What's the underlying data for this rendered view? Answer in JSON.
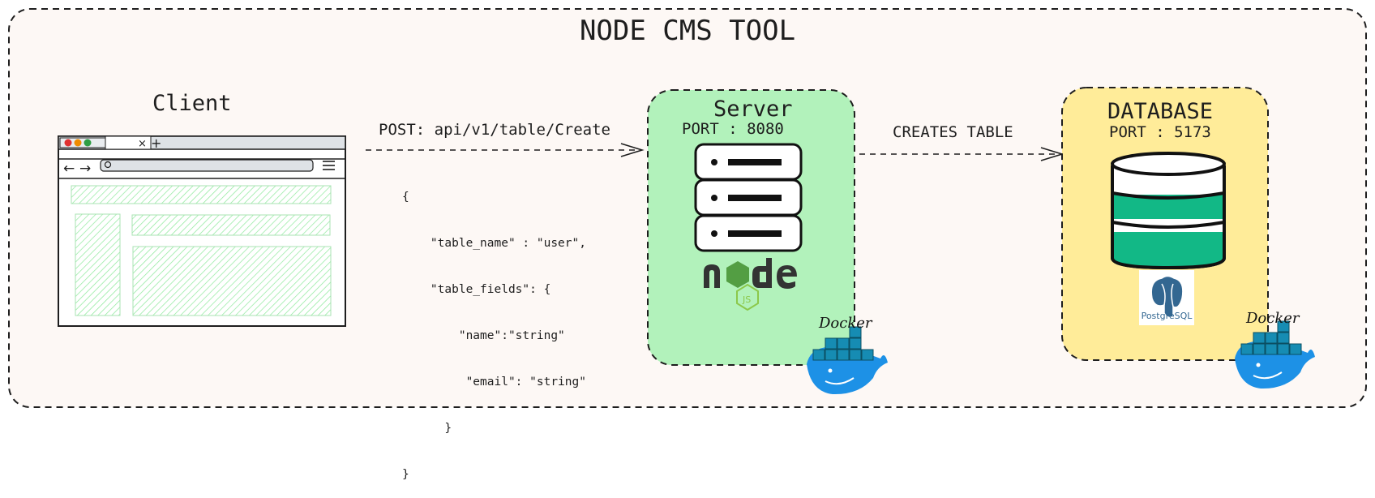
{
  "diagram": {
    "title": "NODE CMS TOOL",
    "client": {
      "label": "Client"
    },
    "request": {
      "label": "POST: api/v1/table/Create",
      "body_lines": [
        "{",
        "    \"table_name\" : \"user\",",
        "    \"table_fields\": {",
        "        \"name\":\"string\"",
        "         \"email\": \"string\"",
        "      }",
        "}"
      ]
    },
    "server": {
      "label": "Server",
      "port": "PORT : 8080",
      "runtime_icon": "nodejs-logo",
      "container_label": "Docker"
    },
    "db_edge": {
      "label": "CREATES TABLE"
    },
    "database": {
      "label": "DATABASE",
      "port": "PORT : 5173",
      "engine_label": "PostgreSQL",
      "container_label": "Docker"
    },
    "colors": {
      "background": "#fdf8f5",
      "server_fill": "#b2f2bb",
      "database_fill": "#ffec99",
      "db_stripe": "#12b886",
      "client_hatch": "#8ce99a",
      "docker_blue": "#1d91e6",
      "docker_container": "#168cb3",
      "postgres_blue": "#336791"
    }
  }
}
